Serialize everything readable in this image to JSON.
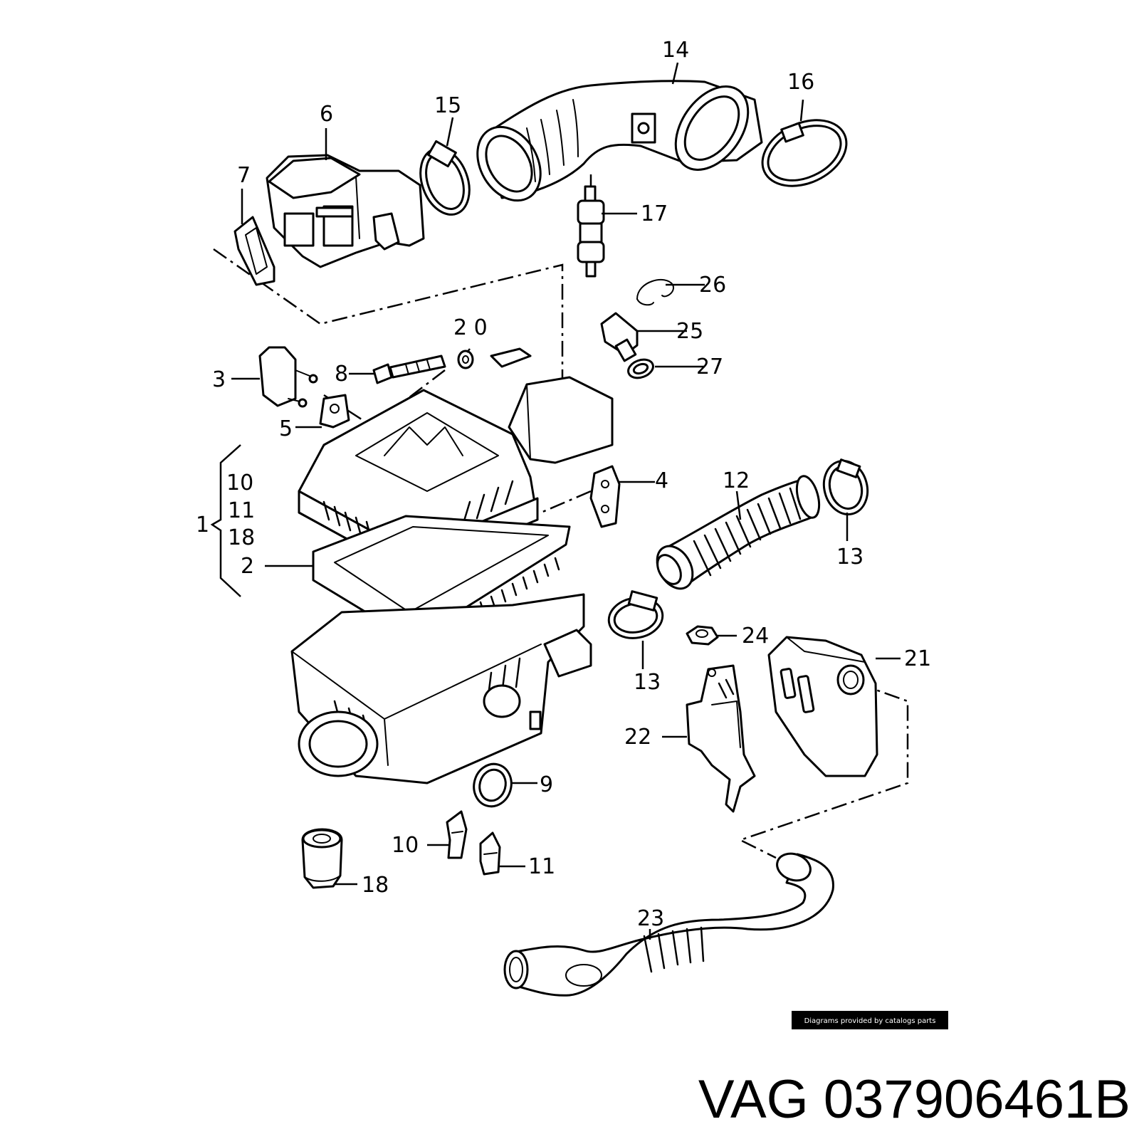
{
  "callouts": {
    "c1": "1",
    "c2": "2",
    "c3": "3",
    "c4": "4",
    "c5": "5",
    "c6": "6",
    "c7": "7",
    "c8": "8",
    "c9": "9",
    "c10": "10",
    "c10b": "10",
    "c11": "11",
    "c11b": "11",
    "c12": "12",
    "c13a": "13",
    "c13b": "13",
    "c14": "14",
    "c15": "15",
    "c16": "16",
    "c17": "17",
    "c18": "18",
    "c18b": "18",
    "c20": "2 0",
    "c21": "21",
    "c22": "22",
    "c23": "23",
    "c24": "24",
    "c25": "25",
    "c26": "26",
    "c27": "27"
  },
  "footer": {
    "credit": "Diagrams provided by catalogs parts",
    "part_number": "VAG 037906461B"
  },
  "colors": {
    "ink": "#000000",
    "paper": "#ffffff"
  }
}
